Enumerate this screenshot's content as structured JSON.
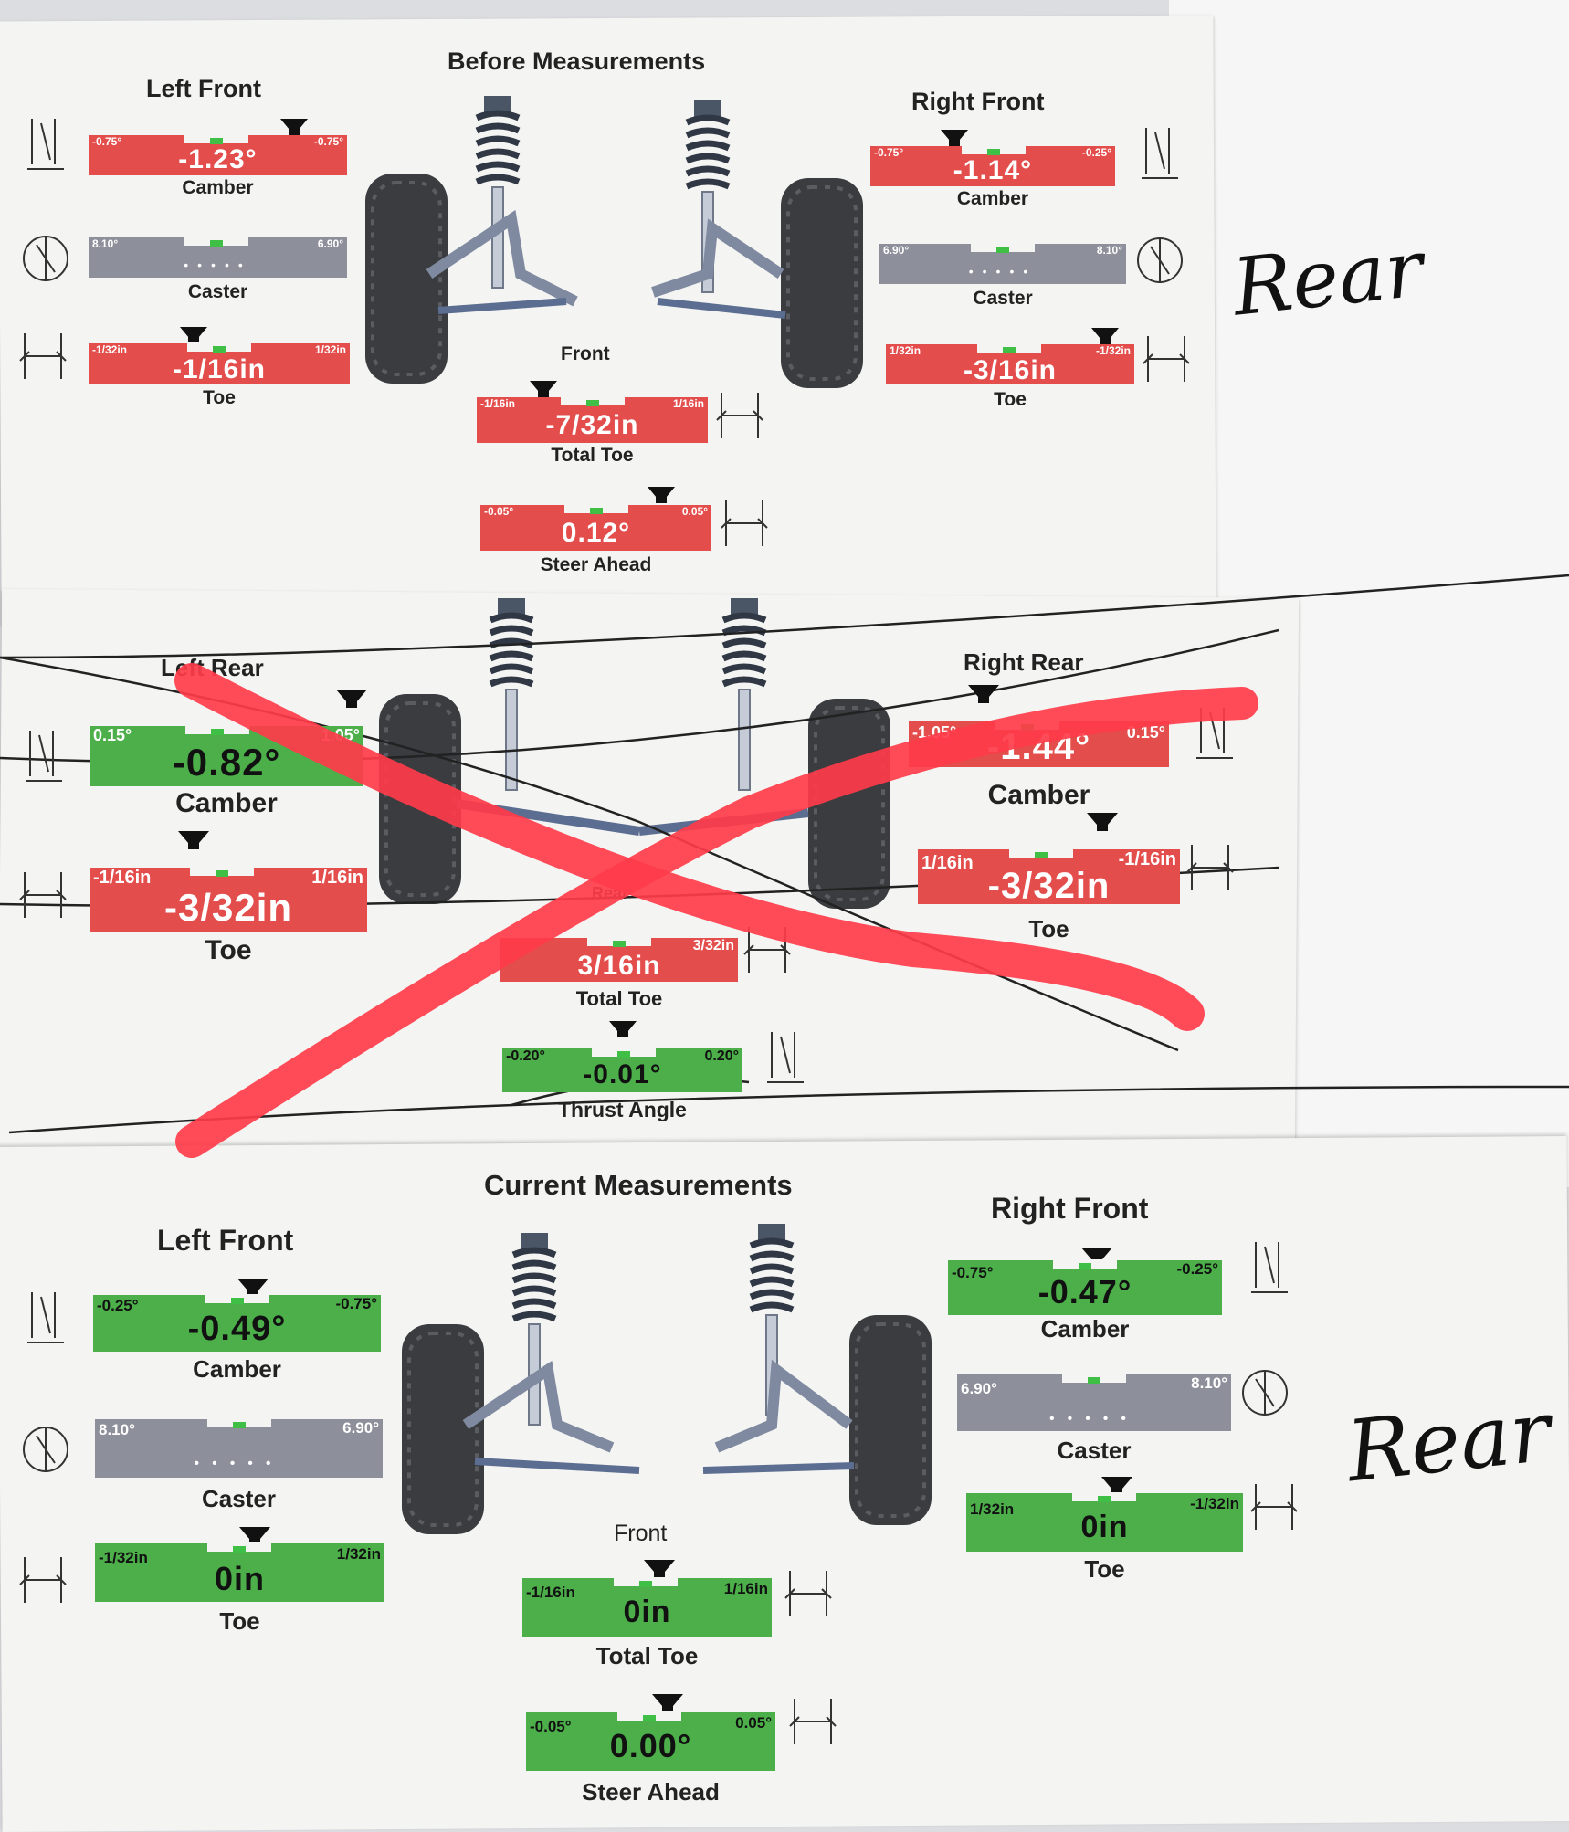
{
  "before": {
    "title": "Before Measurements",
    "front_label": "Front",
    "left_front": {
      "heading": "Left Front",
      "camber": {
        "label": "Camber",
        "value": "-1.23°",
        "min": "-0.75°",
        "max": "-0.75°"
      },
      "caster": {
        "label": "Caster",
        "value": "",
        "min": "8.10°",
        "max": "6.90°"
      },
      "toe": {
        "label": "Toe",
        "value": "-1/16in",
        "min": "-1/32in",
        "max": "1/32in"
      }
    },
    "right_front": {
      "heading": "Right Front",
      "camber": {
        "label": "Camber",
        "value": "-1.14°",
        "min": "-0.75°",
        "max": "-0.25°"
      },
      "caster": {
        "label": "Caster",
        "value": "",
        "min": "6.90°",
        "max": "8.10°"
      },
      "toe": {
        "label": "Toe",
        "value": "-3/16in",
        "min": "1/32in",
        "max": "-1/32in"
      }
    },
    "total_toe": {
      "label": "Total Toe",
      "value": "-7/32in",
      "min": "-1/16in",
      "max": "1/16in"
    },
    "steer_ahead": {
      "label": "Steer Ahead",
      "value": "0.12°",
      "min": "-0.05°",
      "max": "0.05°"
    }
  },
  "rear": {
    "left_rear": {
      "heading": "Left Rear",
      "camber": {
        "label": "Camber",
        "value": "-0.82°",
        "min": "0.15°",
        "max": "1.05°"
      },
      "toe": {
        "label": "Toe",
        "value": "-3/32in",
        "min": "-1/16in",
        "max": "1/16in"
      }
    },
    "right_rear": {
      "heading": "Right Rear",
      "camber": {
        "label": "Camber",
        "value": "-1.44°",
        "min": "-1.05°",
        "max": "0.15°"
      },
      "toe": {
        "label": "Toe",
        "value": "-3/32in",
        "min": "1/16in",
        "max": "-1/16in"
      }
    },
    "rear_label": "Rear",
    "total_toe": {
      "label": "Total Toe",
      "value": "3/16in",
      "min": "",
      "max": "3/32in"
    },
    "thrust_angle": {
      "label": "Thrust Angle",
      "value": "-0.01°",
      "min": "-0.20°",
      "max": "0.20°"
    }
  },
  "current": {
    "title": "Current Measurements",
    "front_label": "Front",
    "left_front": {
      "heading": "Left Front",
      "camber": {
        "label": "Camber",
        "value": "-0.49°",
        "min": "-0.25°",
        "max": "-0.75°"
      },
      "caster": {
        "label": "Caster",
        "value": "",
        "min": "8.10°",
        "max": "6.90°"
      },
      "toe": {
        "label": "Toe",
        "value": "0in",
        "min": "-1/32in",
        "max": "1/32in"
      }
    },
    "right_front": {
      "heading": "Right Front",
      "camber": {
        "label": "Camber",
        "value": "-0.47°",
        "min": "-0.75°",
        "max": "-0.25°"
      },
      "caster": {
        "label": "Caster",
        "value": "",
        "min": "6.90°",
        "max": "8.10°"
      },
      "toe": {
        "label": "Toe",
        "value": "0in",
        "min": "1/32in",
        "max": "-1/32in"
      }
    },
    "total_toe": {
      "label": "Total Toe",
      "value": "0in",
      "min": "-1/16in",
      "max": "1/16in"
    },
    "steer_ahead": {
      "label": "Steer Ahead",
      "value": "0.00°",
      "min": "-0.05°",
      "max": "0.05°"
    }
  },
  "handwriting": {
    "note_top": "Rear",
    "note_bottom": "Rear"
  },
  "colors": {
    "out_of_spec": "#e34d4c",
    "in_spec": "#4caf4a",
    "caster": "#8d8f9a",
    "strike": "#ff3b4a",
    "spec_indicator": "#3fbf46"
  }
}
